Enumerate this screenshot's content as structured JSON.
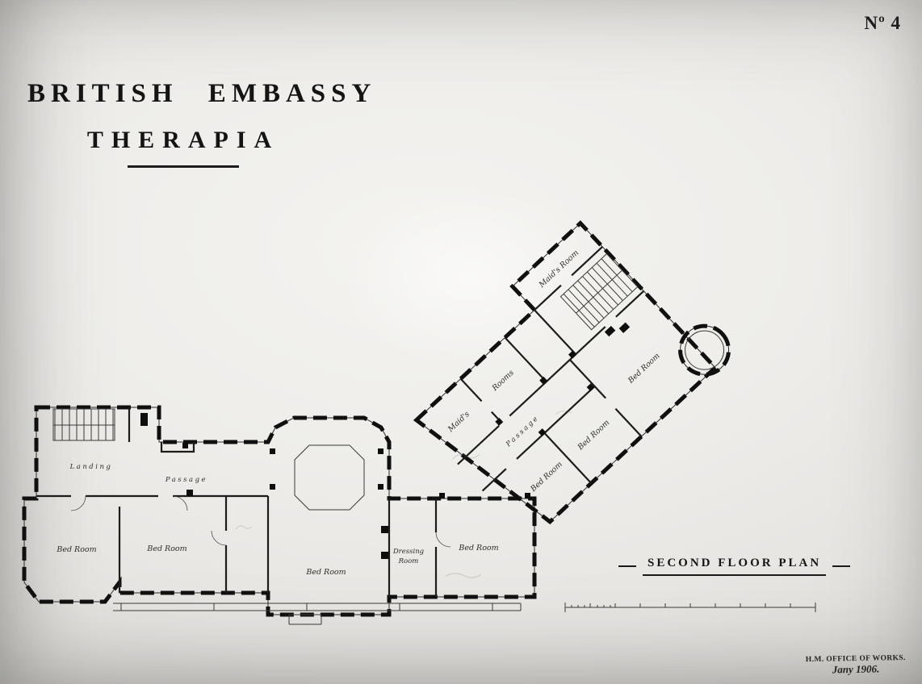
{
  "sheet": {
    "number": "Nº 4",
    "title_line1": "BRITISH EMBASSY",
    "title_line2": "THERAPIA",
    "caption": "SECOND FLOOR PLAN",
    "office_stamp": "H.M. OFFICE OF WORKS.",
    "date_stamp": "Jany 1906."
  },
  "rooms": {
    "landing": "Landing",
    "passage": "Passage",
    "bed_room_1": "Bed Room",
    "bed_room_2": "Bed Room",
    "bed_room_center": "Bed Room",
    "dressing_line1": "Dressing",
    "dressing_line2": "Room",
    "bed_room_3": "Bed Room",
    "wing": {
      "maids": "Maid's",
      "rooms": "Rooms",
      "passage": "Passage",
      "bed_room_1": "Bed Room",
      "bed_room_2": "Bed Room",
      "bed_room_3": "Bed Room",
      "maids_room": "Maid's Room"
    }
  }
}
